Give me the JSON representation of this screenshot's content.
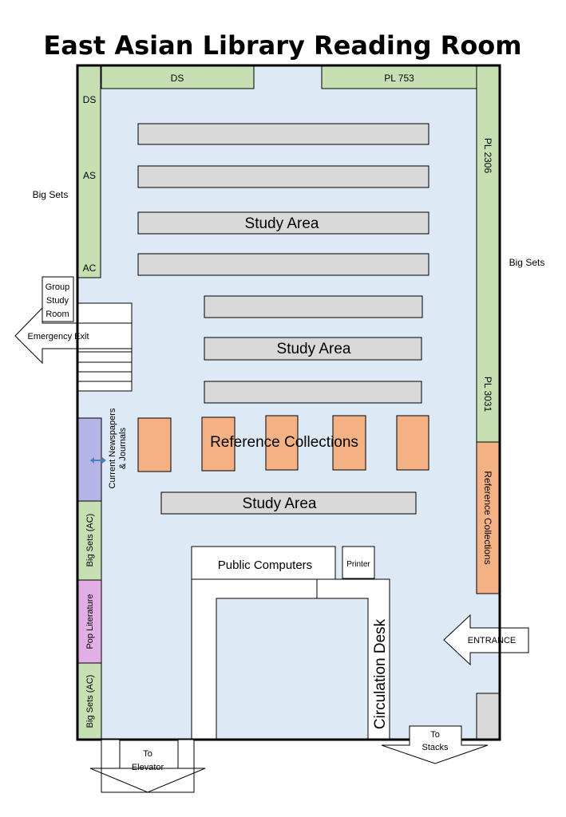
{
  "title": "East Asian Library Reading Room",
  "shelves": {
    "top_left": "DS",
    "top_right": "PL 753",
    "left_ds": "DS",
    "left_as": "AS",
    "left_ac": "AC",
    "right_pl2306": "PL 2306",
    "right_pl3031": "PL 3031"
  },
  "big_sets_left": "Big Sets",
  "big_sets_right": "Big Sets",
  "group_study_room": [
    "Group",
    "Study",
    "Room"
  ],
  "emergency_exit": "Emergency Exit",
  "current_newspapers": [
    "Current Newspapers",
    "& Journals"
  ],
  "study_area_1": "Study Area",
  "study_area_2": "Study Area",
  "study_area_3": "Study Area",
  "reference_collections_center": "Reference Collections",
  "reference_collections_right": "Reference Collections",
  "big_sets_ac_1": "Big Sets (AC)",
  "pop_literature": "Pop Literature",
  "big_sets_ac_2": "Big Sets (AC)",
  "public_computers": "Public Computers",
  "printer": "Printer",
  "circulation_desk": "Circulation Desk",
  "entrance": "ENTRANCE",
  "to_elevator": [
    "To",
    "Elevator"
  ],
  "to_stacks": [
    "To",
    "Stacks"
  ],
  "colors": {
    "floor": "#dde9f5",
    "shelf": "#c6e0b4",
    "table": "#d9d9d9",
    "reference": "#f4b183",
    "newspapers": "#b4b4e6",
    "pop_literature": "#e1aee6",
    "outline": "#000000"
  }
}
